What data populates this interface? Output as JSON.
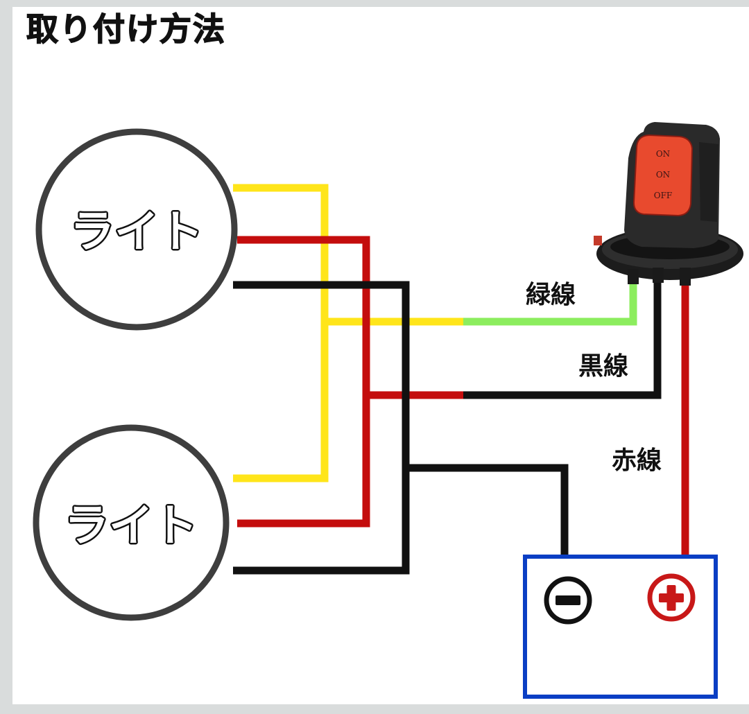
{
  "title": "取り付け方法",
  "lights": [
    {
      "label": "ライト"
    },
    {
      "label": "ライト"
    }
  ],
  "switch": {
    "positions": [
      "ON",
      "ON",
      "OFF"
    ],
    "body_color": "#2a2a2a",
    "rocker_color": "#e84a2e"
  },
  "wires": {
    "green_label": "緑線",
    "black_label": "黒線",
    "red_label": "赤線",
    "colors": {
      "yellow": "#ffe51a",
      "red": "#c40d0d",
      "black": "#111111",
      "green": "#8ced5e"
    }
  },
  "battery": {
    "border_color": "#0a3ec4",
    "negative_icon": "minus-circle-icon",
    "positive_icon": "plus-circle-icon"
  }
}
